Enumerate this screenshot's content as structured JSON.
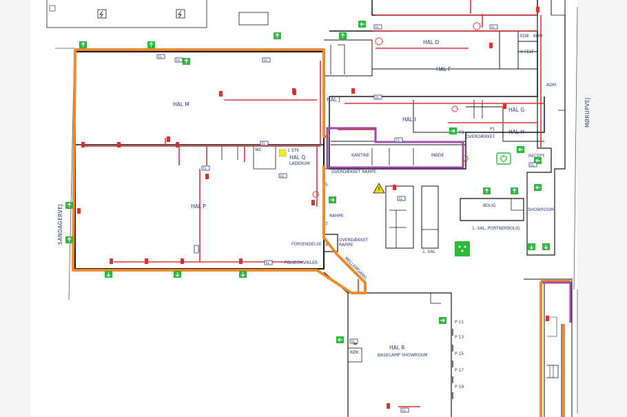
{
  "rooms": {
    "hal_m": "HAL M",
    "hal_p": "HAL P",
    "hal_q": "HAL Q",
    "laderum": "LADERUM",
    "stk": "1 STK",
    "wc": "WC",
    "hal_j": "HAL J",
    "hal_d": "HAL D",
    "hal_f": "HAL F",
    "hal_i": "HAL I",
    "hal_g": "HAL G",
    "hal_h": "HAL H",
    "edb": "EDB",
    "kopi": "KOPI",
    "x_felt": "X-FELT",
    "adm": "ADM.",
    "kantine": "KANTINE",
    "mode": "MØDE",
    "overdaekket_rampe": "OVERDÆKKET RAMPE",
    "overdaekket": "OVERDÆKKET",
    "p3": "P3",
    "p1": "P1",
    "recept": "RECEPT.",
    "bolig": "BOLIG",
    "showroom": "SHOWROOM",
    "portnerbolig": "1. SAL, PORTNERBOLIG",
    "sal_1": "1. SAL",
    "rampe": "RAMPE",
    "forsendelse": "FORSENDELSE",
    "overdaekket_rampe_2a": "OVERDÆKKET",
    "overdaekket_rampe_2b": "RAMPE",
    "foliesomvikler": "FOLIEOMVIKLER",
    "mellemgang": "MELLEMGANG",
    "hal_r": "HAL R",
    "basecamp": "BASECAMP SHOWROOM",
    "kok": "KØK."
  },
  "streets": {
    "sandagervej": "SANDAGERVEJ",
    "morupvej": "MØRUPVEJ"
  },
  "parking": [
    "P 11",
    "P 13",
    "P 15",
    "P 17",
    "P 19"
  ],
  "ramp_numbers": [
    "5",
    "7",
    "9"
  ],
  "el_label": "EL",
  "colors": {
    "evacuation_route": "#f08a28",
    "meeting_area": "#9b4aa8",
    "fire_equipment": "#d93232",
    "exit_sign": "#2bb93a",
    "label_text": "#2a3578"
  }
}
